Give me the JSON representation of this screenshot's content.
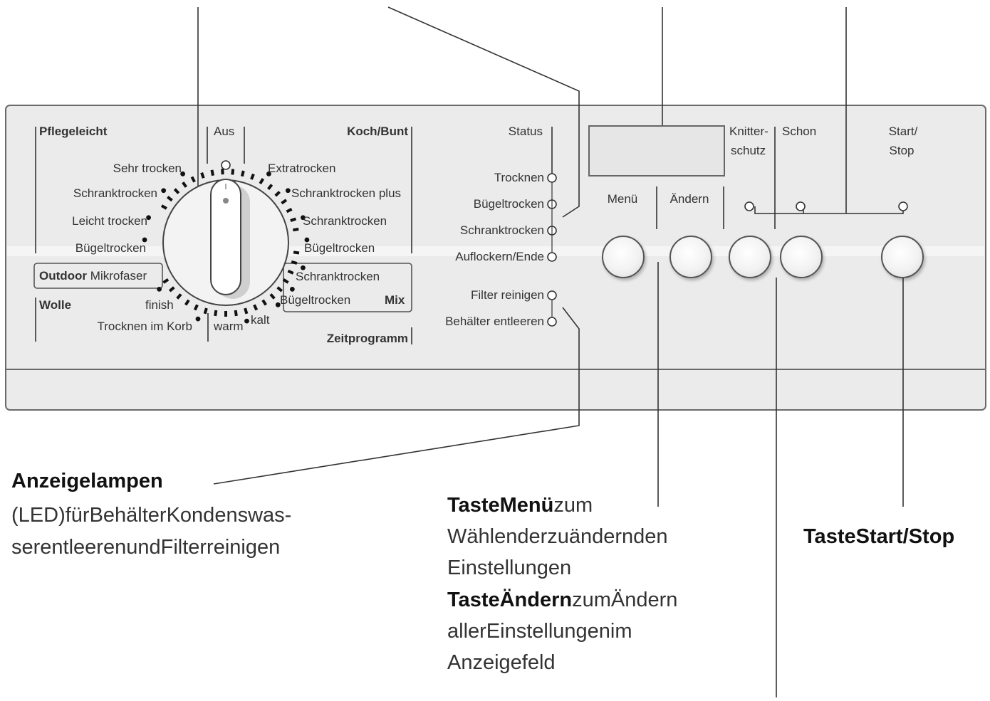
{
  "panel": {
    "dial": {
      "left_programs": [
        {
          "label": "Sehr trocken"
        },
        {
          "label": "Schranktrocken"
        },
        {
          "label": "Leicht trocken"
        },
        {
          "label": "Bügeltrocken"
        }
      ],
      "right_programs": [
        {
          "label": "Extratrocken"
        },
        {
          "label": "Schranktrocken plus"
        },
        {
          "label": "Schranktrocken"
        },
        {
          "label": "Bügeltrocken"
        }
      ],
      "mix_programs": [
        {
          "label": "Schranktrocken"
        },
        {
          "label": "Bügeltrocken"
        }
      ],
      "groups": {
        "pflegeleicht": "Pflegeleicht",
        "aus": "Aus",
        "koch_bunt": "Koch/Bunt",
        "outdoor": "Outdoor",
        "mikrofaser": "Mikrofaser",
        "wolle": "Wolle",
        "finish": "finish",
        "trocknen_im_korb": "Trocknen im Korb",
        "warm": "warm",
        "kalt": "kalt",
        "mix": "Mix",
        "zeitprogramm": "Zeitprogramm"
      }
    },
    "status": {
      "title": "Status",
      "items": [
        {
          "label": "Trocknen"
        },
        {
          "label": "Bügeltrocken"
        },
        {
          "label": "Schranktrocken"
        },
        {
          "label": "Auflockern/Ende"
        }
      ],
      "service_items": [
        {
          "label": "Filter reinigen"
        },
        {
          "label": "Behälter entleeren"
        }
      ]
    },
    "buttons": {
      "menu": "Menü",
      "aendern": "Ändern",
      "knitterschutz_1": "Knitter-",
      "knitterschutz_2": "schutz",
      "schon": "Schon",
      "start_1": "Start/",
      "start_2": "Stop"
    }
  },
  "captions": {
    "anzeigelampen": {
      "title": "Anzeigelampen",
      "line1": "(LED)fürBehälterKondenswas-",
      "line2": "serentleerenundFilterreinigen"
    },
    "menu": {
      "bold1": "TasteMenü",
      "rest1": "zum",
      "line2": "Wählenderzuändernden",
      "line3": "Einstellungen",
      "bold4": "TasteÄndern",
      "rest4": "zumÄndern",
      "line5": "allerEinstellungenim",
      "line6": "Anzeigefeld"
    },
    "start": {
      "title": "TasteStart/Stop"
    }
  }
}
